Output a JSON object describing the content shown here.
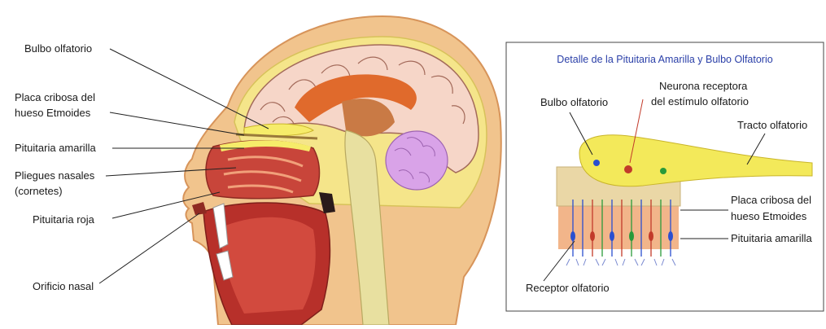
{
  "main_figure": {
    "labels": {
      "bulbo": "Bulbo olfatorio",
      "placa_line1": "Placa cribosa del",
      "placa_line2": "hueso Etmoides",
      "pituitaria_amarilla": "Pituitaria amarilla",
      "pliegues_line1": "Pliegues nasales",
      "pliegues_line2": "(cornetes)",
      "pituitaria_roja": "Pituitaria roja",
      "orificio": "Orificio nasal"
    }
  },
  "detail": {
    "title": "Detalle de la Pituitaria Amarilla y Bulbo Olfatorio",
    "labels": {
      "bulbo": "Bulbo olfatorio",
      "neurona_line1": "Neurona receptora",
      "neurona_line2": "del estímulo olfatorio",
      "tracto": "Tracto olfatorio",
      "placa_line1": "Placa cribosa del",
      "placa_line2": "hueso Etmoides",
      "pituitaria": "Pituitaria amarilla",
      "receptor": "Receptor olfatorio"
    }
  },
  "colors": {
    "skin": "#f1c48d",
    "skin_outline": "#d7945a",
    "brain": "#f6d6c8",
    "cerebellum": "#d9a3e8",
    "nasal_red": "#c8453a",
    "yellow_mucosa": "#f6ec6a",
    "detail_title": "#2a3fa8"
  }
}
